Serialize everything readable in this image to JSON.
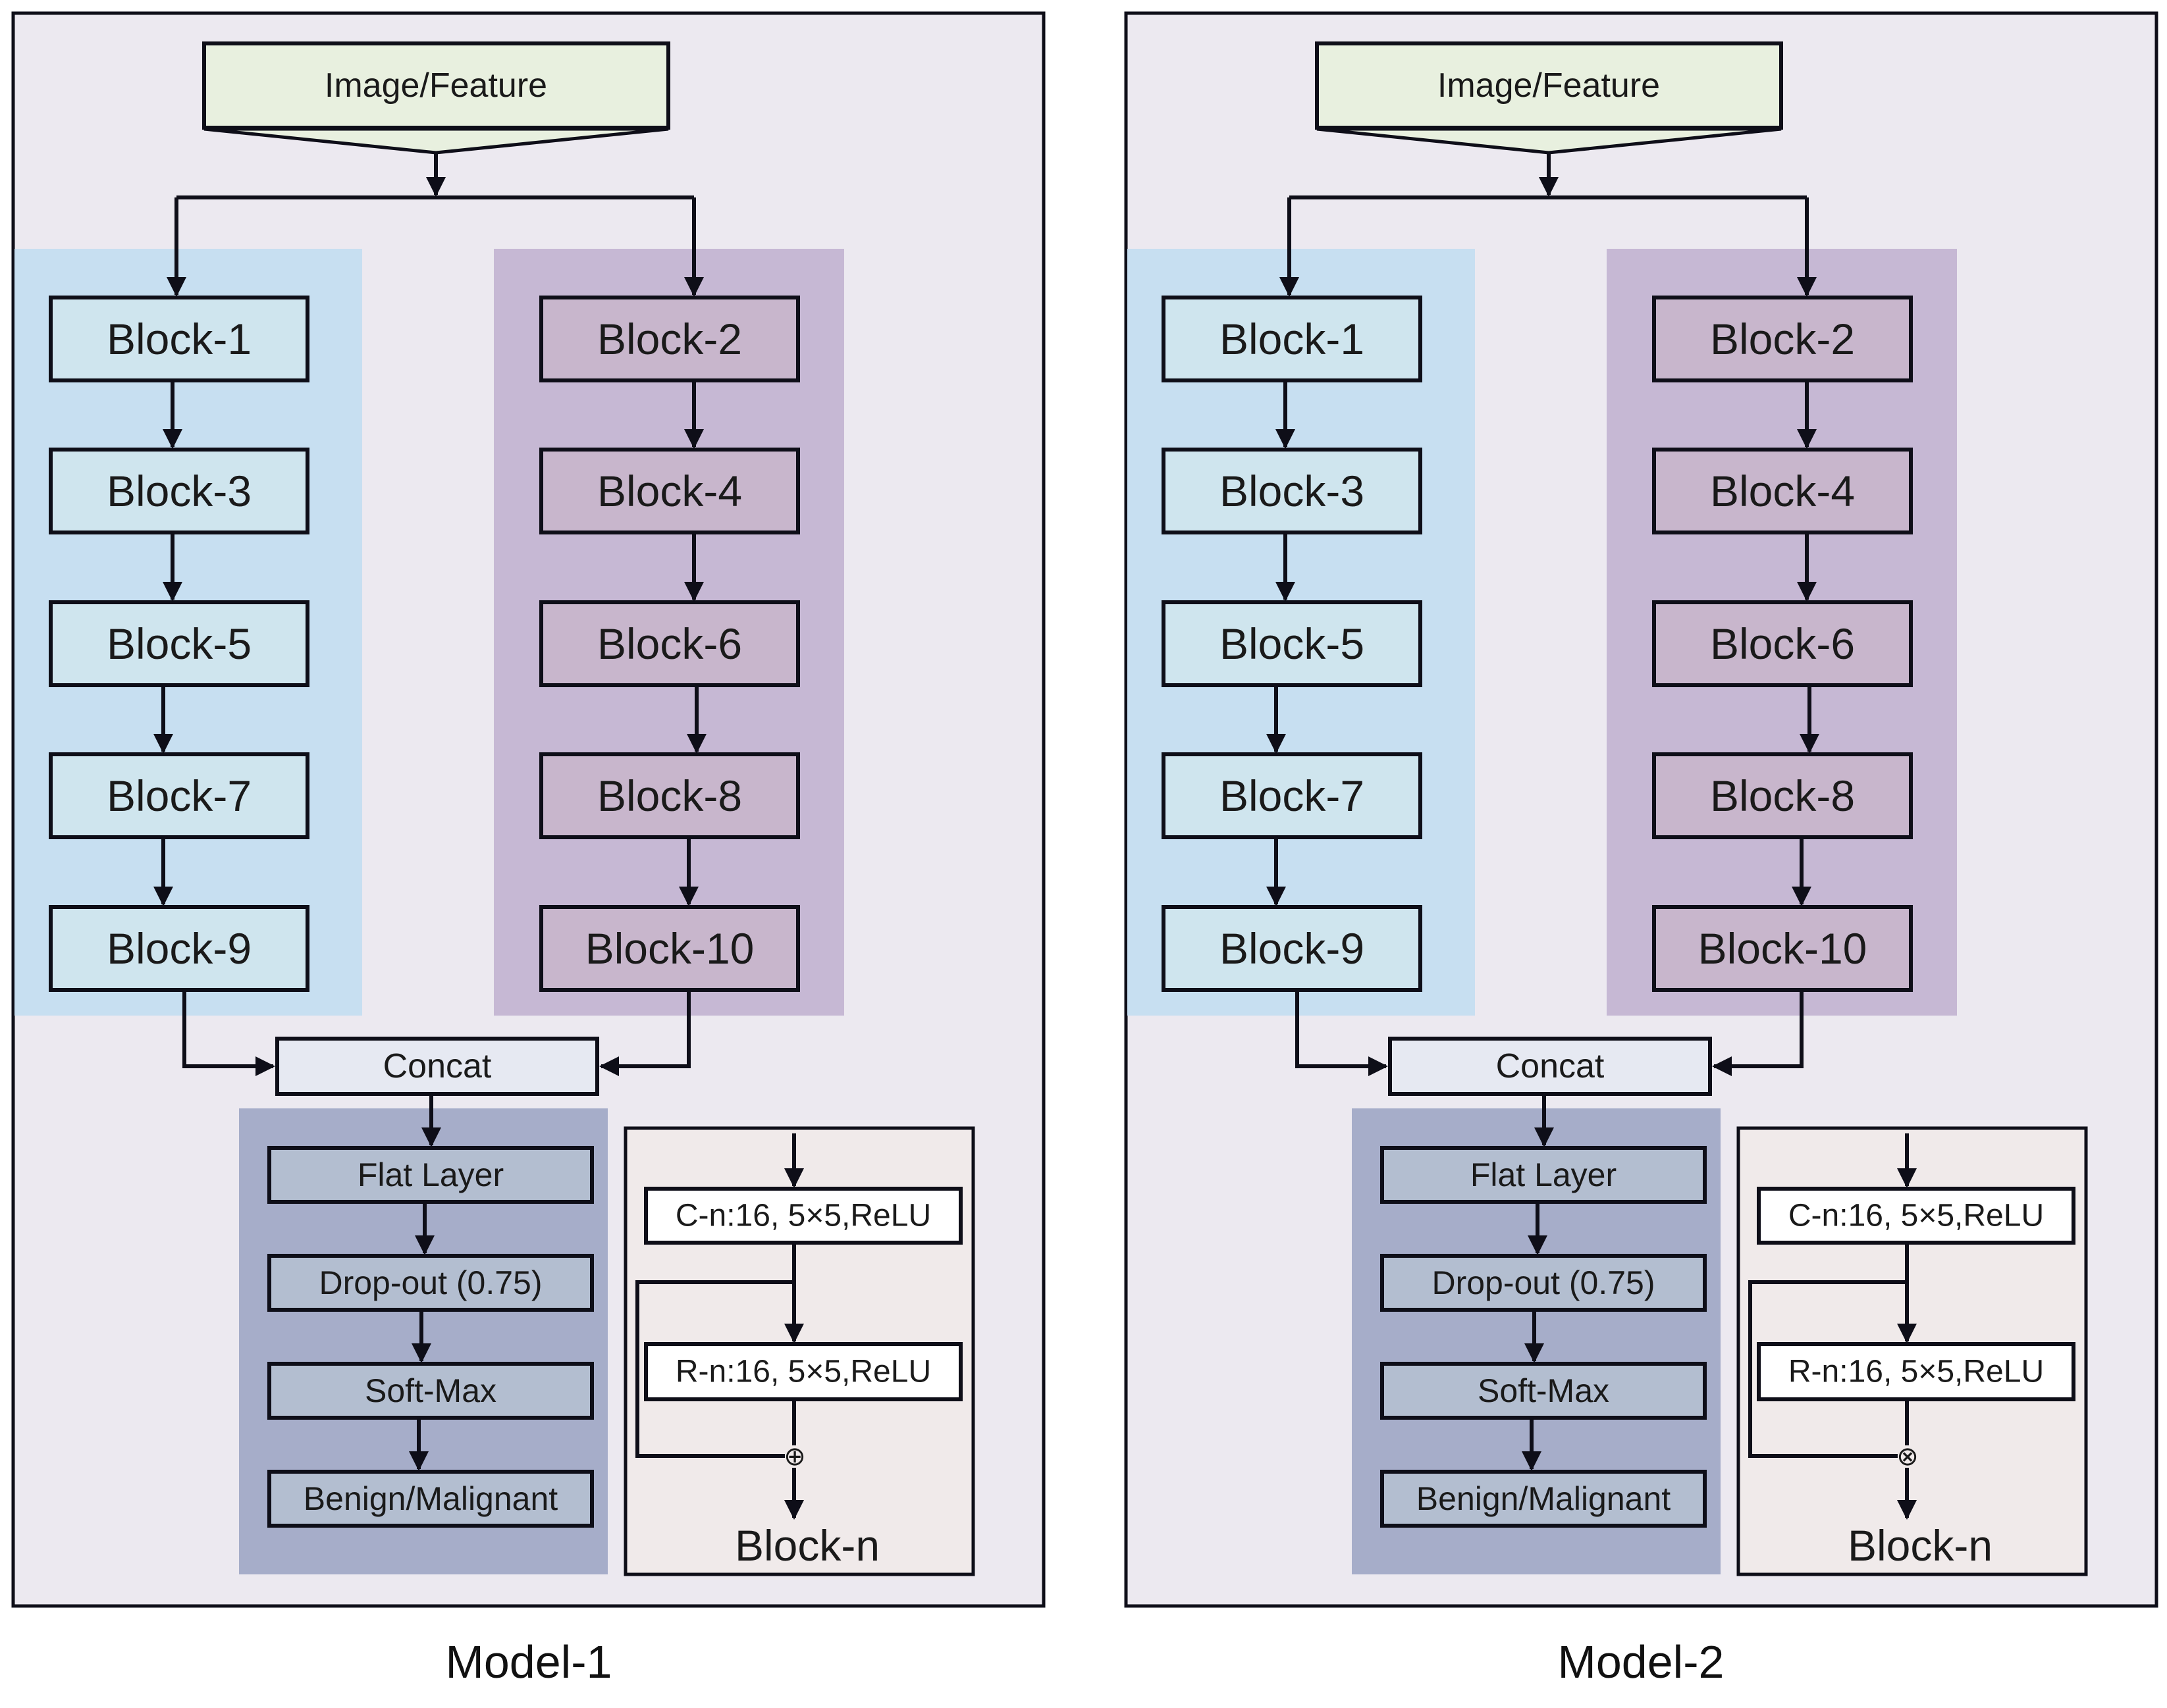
{
  "colors": {
    "panel_bg": "#ece9f0",
    "input_fill": "#e8f0df",
    "left_column_bg": "#c7dff1",
    "left_block_fill": "#cfe5ee",
    "right_column_bg": "#c6b8d4",
    "right_block_fill": "#c8b6cc",
    "concat_fill": "#e6e9f2",
    "head_bg": "#a6adc9",
    "head_block_fill": "#b3bed0",
    "legend_bg": "#f0eaea",
    "legend_box_fill": "#ffffff"
  },
  "models": [
    {
      "caption": "Model-1",
      "input_label": "Image/Feature",
      "left_blocks": [
        "Block-1",
        "Block-3",
        "Block-5",
        "Block-7",
        "Block-9"
      ],
      "right_blocks": [
        "Block-2",
        "Block-4",
        "Block-6",
        "Block-8",
        "Block-10"
      ],
      "concat_label": "Concat",
      "head_layers": [
        "Flat Layer",
        "Drop-out (0.75)",
        "Soft-Max",
        "Benign/Malignant"
      ],
      "legend": {
        "conv_label": "C-n:16, 5×5,ReLU",
        "res_label": "R-n:16, 5×5,ReLU",
        "merge_symbol": "⊕",
        "title": "Block-n"
      }
    },
    {
      "caption": "Model-2",
      "input_label": "Image/Feature",
      "left_blocks": [
        "Block-1",
        "Block-3",
        "Block-5",
        "Block-7",
        "Block-9"
      ],
      "right_blocks": [
        "Block-2",
        "Block-4",
        "Block-6",
        "Block-8",
        "Block-10"
      ],
      "concat_label": "Concat",
      "head_layers": [
        "Flat Layer",
        "Drop-out (0.75)",
        "Soft-Max",
        "Benign/Malignant"
      ],
      "legend": {
        "conv_label": "C-n:16, 5×5,ReLU",
        "res_label": "R-n:16, 5×5,ReLU",
        "merge_symbol": "⊗",
        "title": "Block-n"
      }
    }
  ]
}
